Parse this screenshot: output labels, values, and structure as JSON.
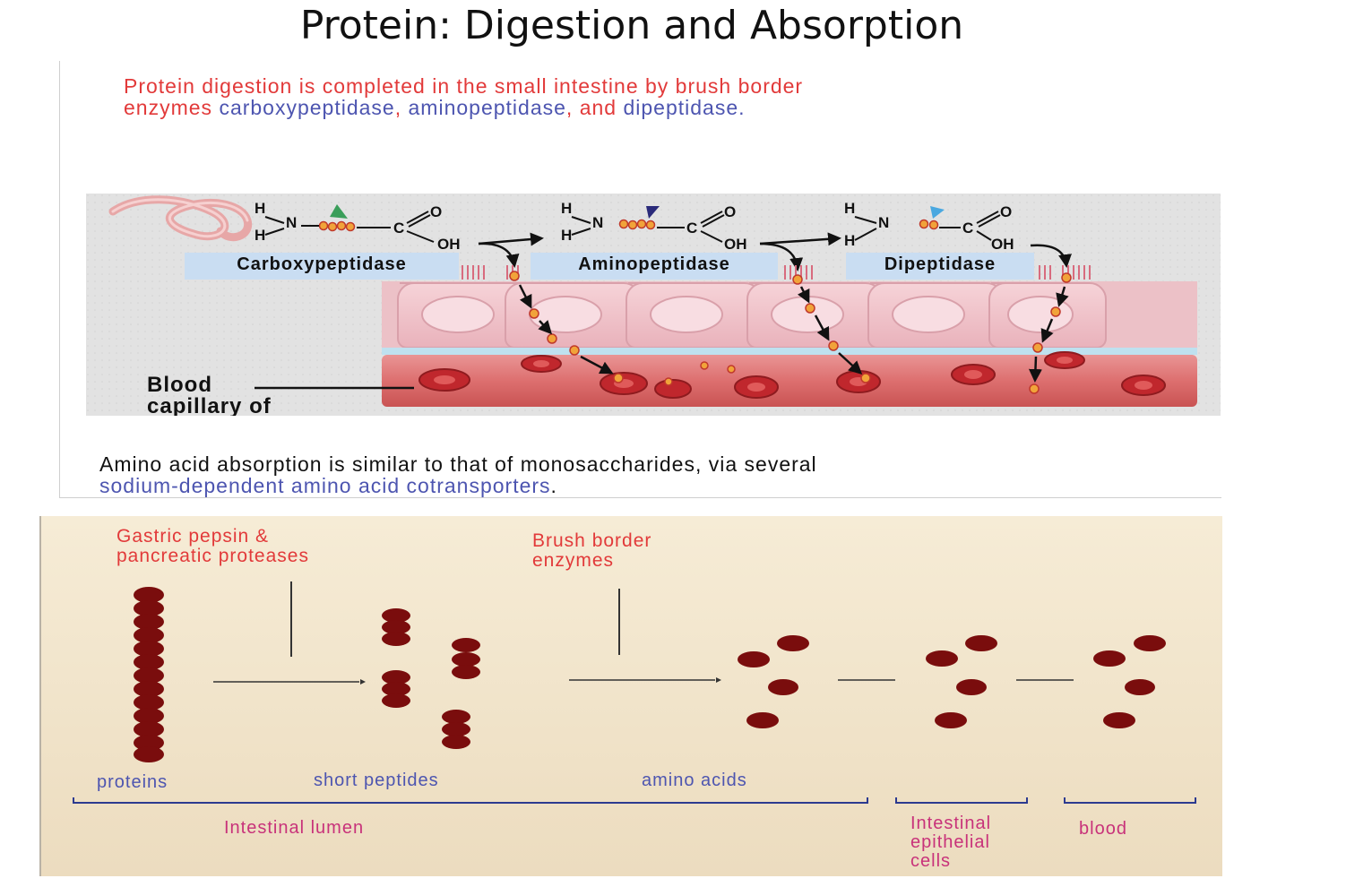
{
  "title": "Protein: Digestion and Absorption",
  "top_panel": {
    "intro_red_1": "Protein digestion is completed in the small intestine by brush border",
    "intro_red_2": "enzymes ",
    "intro_blue_enzymes": "carboxypeptidase",
    "intro_sep1": ", ",
    "intro_blue_2": "aminopeptidase",
    "intro_sep2": ", and ",
    "intro_blue_3": "dipeptidase",
    "intro_end": ".",
    "enzyme_1": "Carboxypeptidase",
    "enzyme_2": "Aminopeptidase",
    "enzyme_3": "Dipeptidase",
    "blood_label_1": "Blood",
    "blood_label_2": "capillary of",
    "outro_black": "Amino acid absorption is similar to that of monosaccharides, via several",
    "outro_blue": "sodium-dependent amino acid cotransporters",
    "outro_end": "."
  },
  "bottom_panel": {
    "enzyme_group_1_line1": "Gastric pepsin &",
    "enzyme_group_1_line2": "pancreatic proteases",
    "enzyme_group_2_line1": "Brush border",
    "enzyme_group_2_line2": "enzymes",
    "stage_proteins": "proteins",
    "stage_short_peptides": "short peptides",
    "stage_amino_acids": "amino acids",
    "region_lumen": "Intestinal lumen",
    "region_epithelial_1": "Intestinal",
    "region_epithelial_2": "epithelial",
    "region_epithelial_3": "cells",
    "region_blood": "blood"
  },
  "colors": {
    "text_red": "#e23a3a",
    "text_blue": "#4d55b0",
    "text_pink": "#c8327a",
    "molecule_dark_red": "#7a0d0d",
    "panel_background": "#f2e6cc"
  }
}
